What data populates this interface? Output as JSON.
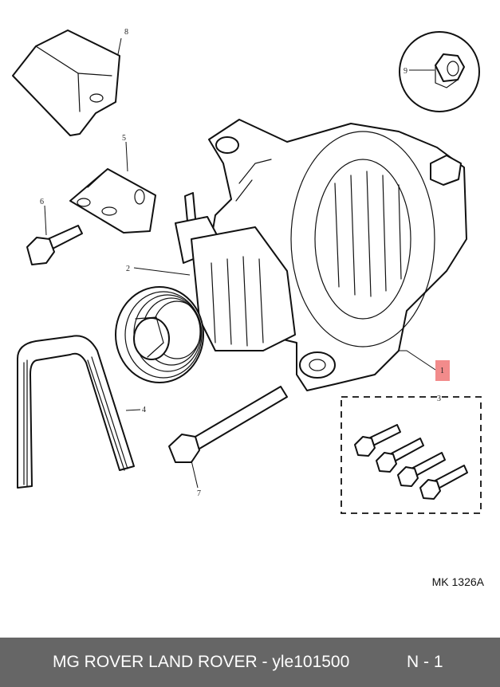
{
  "callouts": {
    "c1": "1",
    "c2": "2",
    "c3": "3",
    "c4": "4",
    "c5": "5",
    "c6": "6",
    "c7": "7",
    "c8": "8",
    "c9": "9"
  },
  "highlight_color": "#f28b8b",
  "drawing_ref": "MK 1326A",
  "footer": {
    "title": "MG ROVER LAND ROVER - yle101500",
    "code": "N - 1",
    "background": "#666666"
  }
}
